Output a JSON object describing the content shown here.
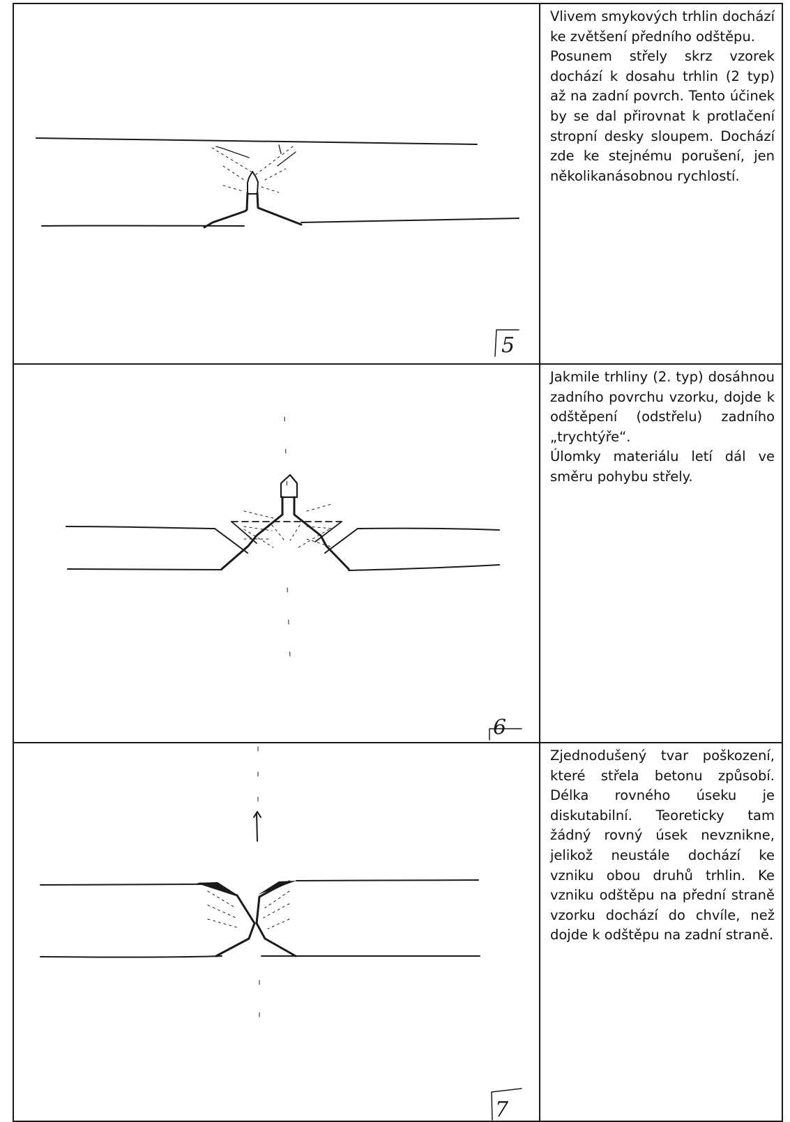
{
  "rows": [
    {
      "figure_number": "5",
      "paragraphs": [
        "Vlivem smykových trhlin dochází ke zvětšení předního odštěpu.",
        "Posunem střely skrz vzorek dochází k dosahu trhlin (2 typ) až na zadní povrch. Tento účinek by se dal přirovnat k protlačení stropní desky sloupem. Dochází zde ke stejnému porušení, jen několikanásobnou rychlostí."
      ]
    },
    {
      "figure_number": "6",
      "paragraphs": [
        "Jakmile trhliny (2. typ) dosáhnou zadního povrchu vzorku, dojde k odštěpení (odstřelu) zadního „trychtýře“.",
        "Úlomky materiálu letí dál ve směru pohybu střely."
      ]
    },
    {
      "figure_number": "7",
      "paragraphs": [
        "Zjednodušený tvar poškození, které střela betonu způsobí. Délka rovného úseku je diskutabilní. Teoreticky tam žádný rovný úsek nevznikne, jelikož neustále dochází ke vzniku obou druhů trhlin. Ke vzniku odštěpu na přední straně vzorku dochází do chvíle, než dojde k odštěpu na zadní straně."
      ]
    }
  ]
}
